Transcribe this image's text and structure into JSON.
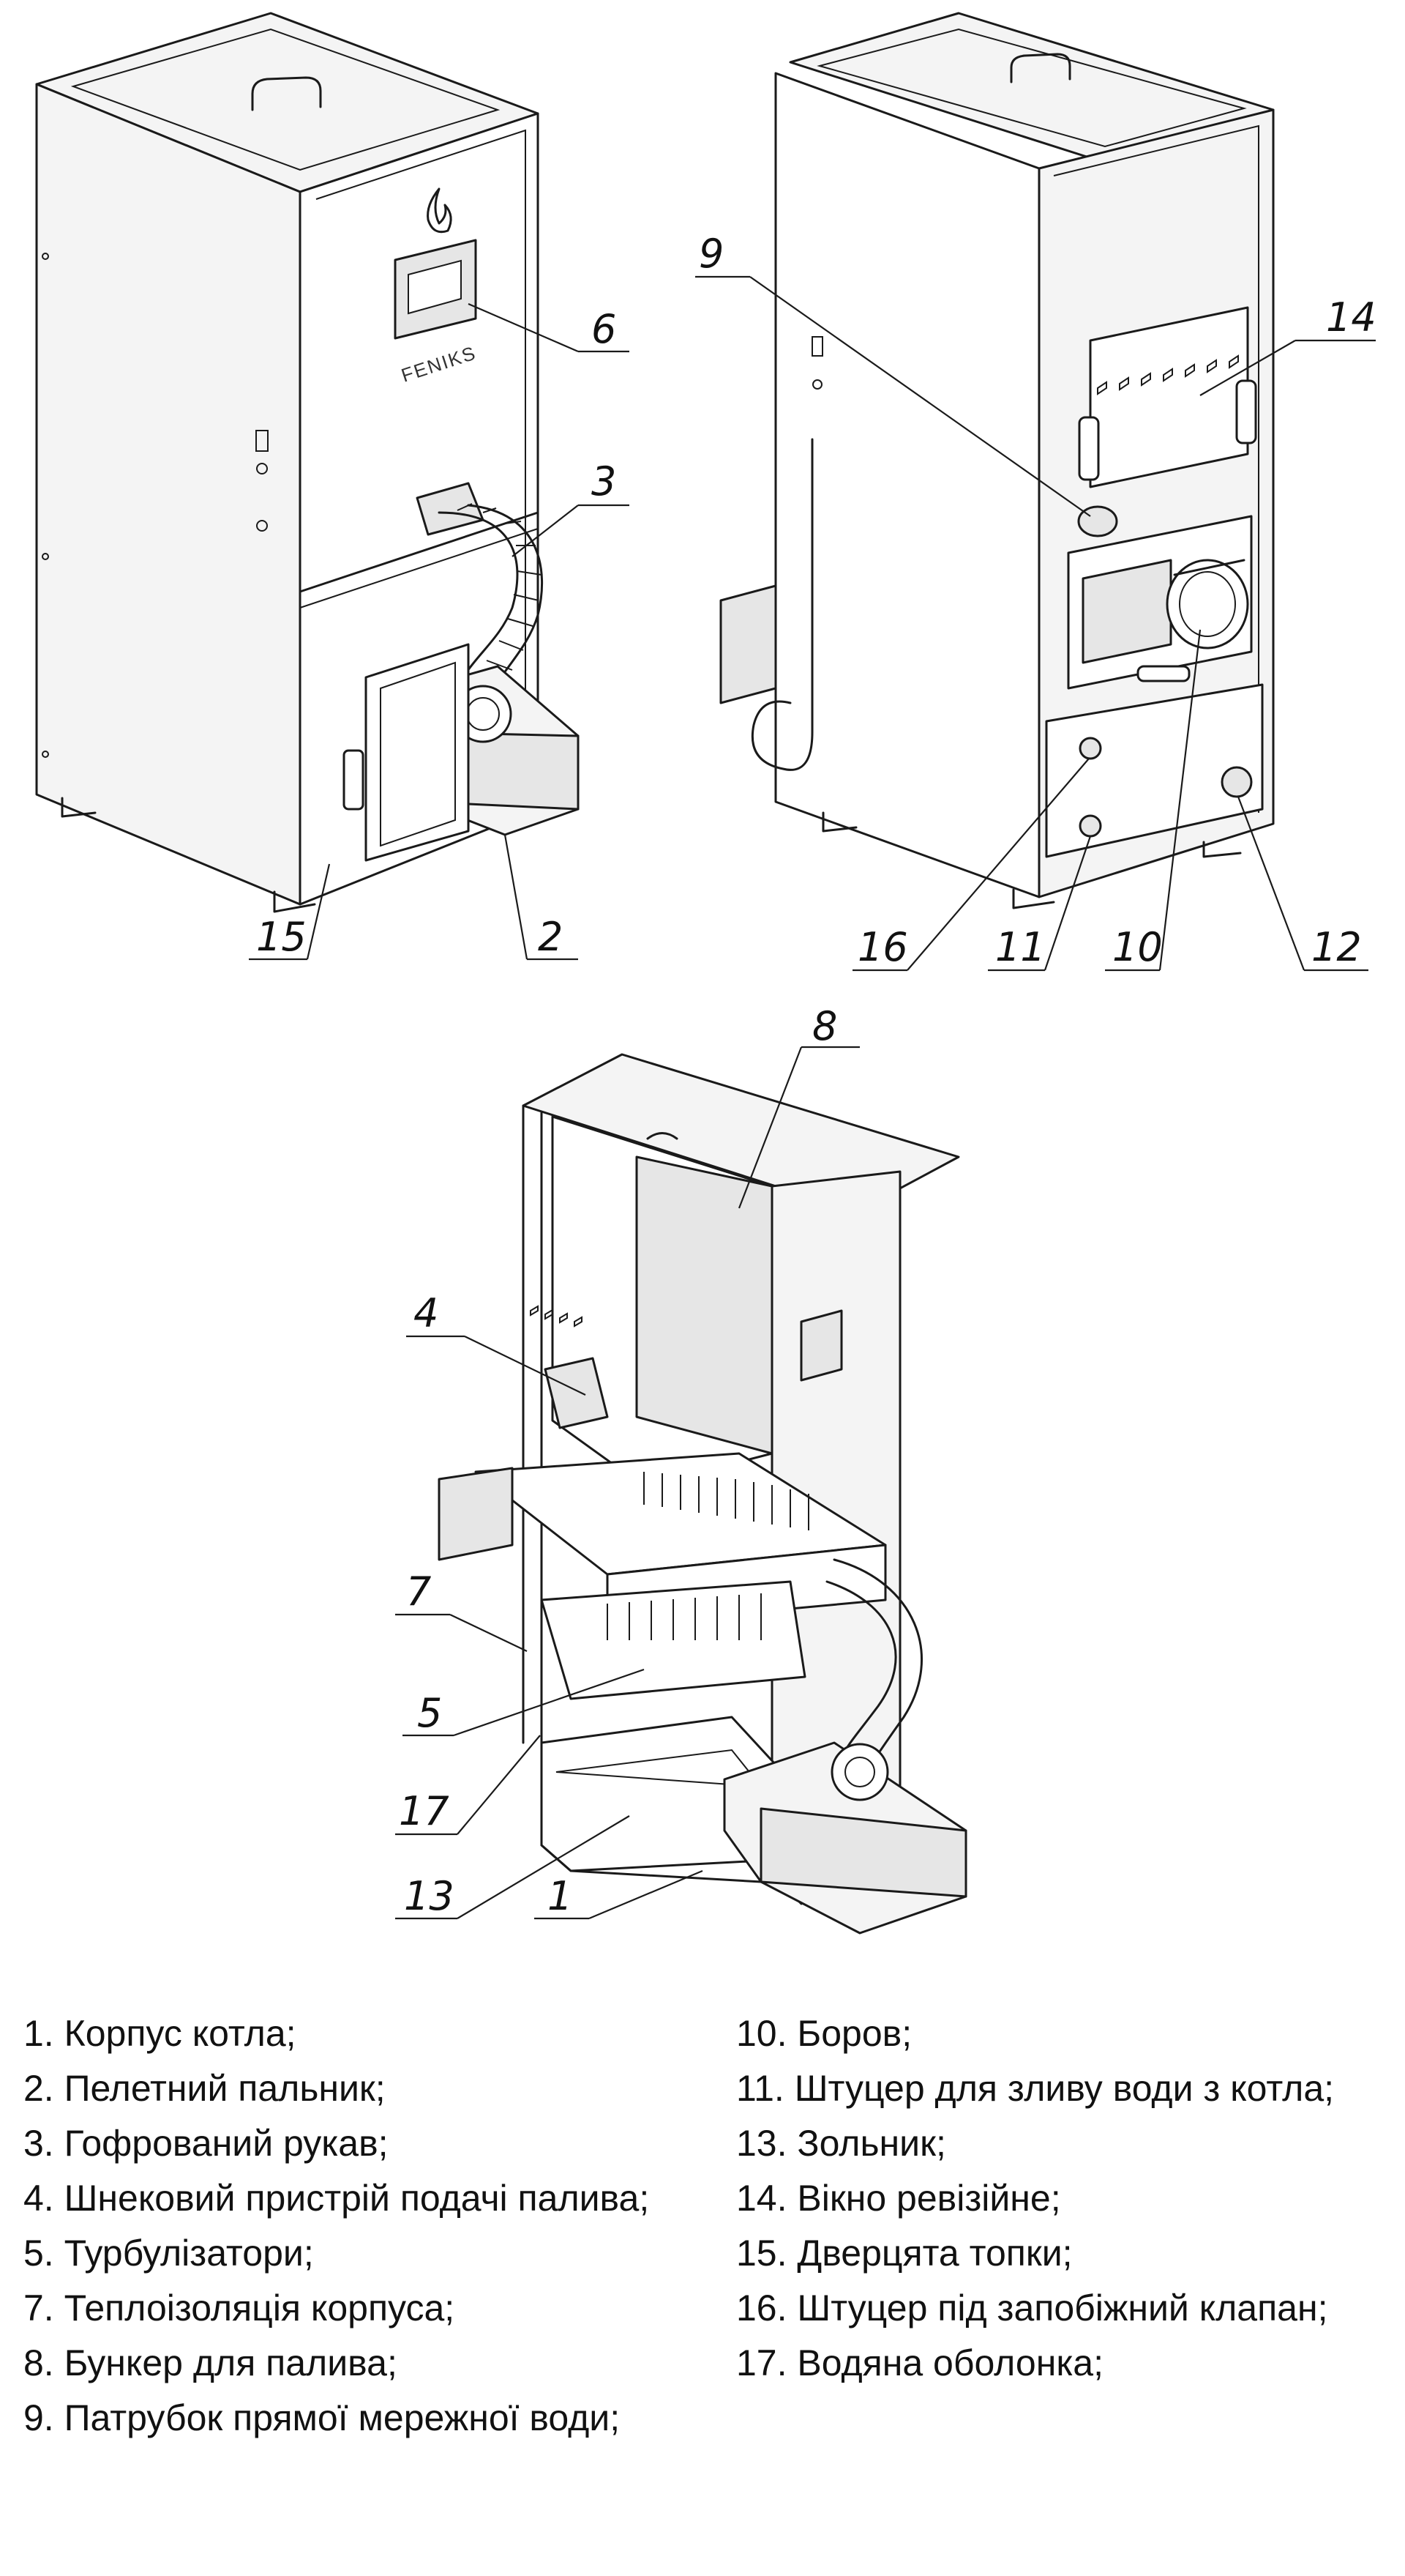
{
  "brand": {
    "logo_text": "FENIKS"
  },
  "callouts": [
    "1",
    "2",
    "3",
    "4",
    "5",
    "6",
    "7",
    "8",
    "9",
    "10",
    "11",
    "12",
    "13",
    "14",
    "15",
    "16",
    "17"
  ],
  "legend": {
    "left": [
      "1. Корпус котла;",
      "2. Пелетний пальник;",
      "3. Гофрований рукав;",
      "4. Шнековий пристрій подачі палива;",
      "5. Турбулізатори;",
      "7. Теплоізоляція корпуса;",
      "8. Бункер для палива;",
      "9. Патрубок прямої мережної води;"
    ],
    "right": [
      "10. Боров;",
      "11. Штуцер для зливу води з котла;",
      "13. Зольник;",
      "14. Вікно ревізійне;",
      "15. Дверцята топки;",
      "16. Штуцер під запобіжний клапан;",
      "17. Водяна оболонка;"
    ]
  }
}
